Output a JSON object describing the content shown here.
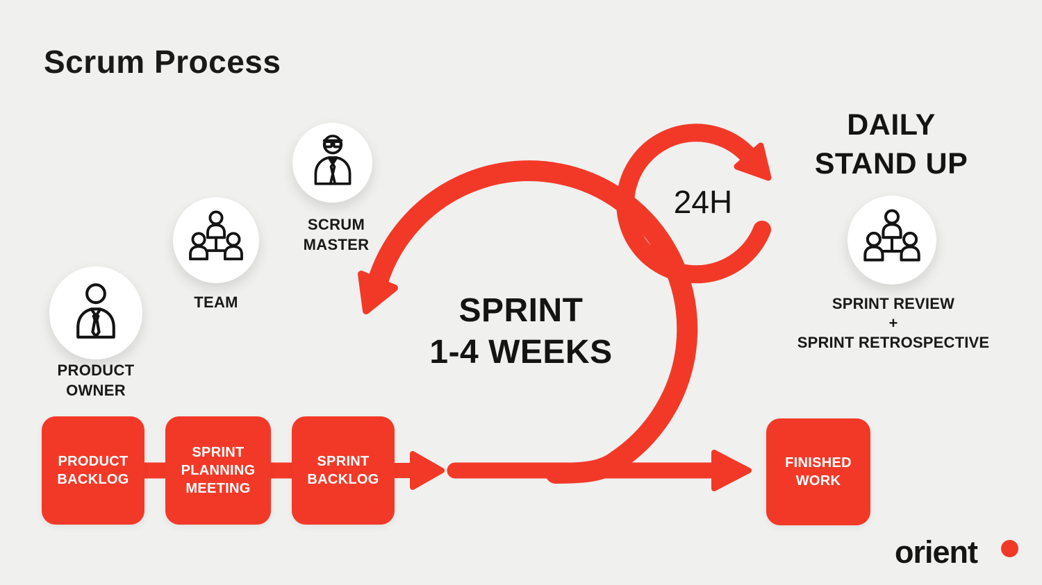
{
  "page": {
    "title": "Scrum Process",
    "background_color": "#F0F0EE",
    "accent_color": "#F23928",
    "ink_color": "#191919"
  },
  "roles": [
    {
      "id": "product-owner",
      "label": "PRODUCT OWNER",
      "icon": "person-tie-icon"
    },
    {
      "id": "team",
      "label": "TEAM",
      "icon": "team-icon"
    },
    {
      "id": "scrum-master",
      "label": "SCRUM MASTER",
      "icon": "person-suit-glasses-icon"
    }
  ],
  "sprint_loop": {
    "line1": "SPRINT",
    "line2": "1-4 WEEKS"
  },
  "daily_loop": {
    "duration": "24H",
    "title_line1": "DAILY",
    "title_line2": "STAND UP"
  },
  "review": {
    "icon": "team-icon",
    "line1": "SPRINT REVIEW",
    "line2": "+",
    "line3": "SPRINT RETROSPECTIVE"
  },
  "flow_boxes": [
    {
      "label": "PRODUCT BACKLOG"
    },
    {
      "label": "SPRINT PLANNING MEETING"
    },
    {
      "label": "SPRINT BACKLOG"
    },
    {
      "label": "FINISHED WORK"
    }
  ],
  "logo": {
    "text": "orient"
  }
}
